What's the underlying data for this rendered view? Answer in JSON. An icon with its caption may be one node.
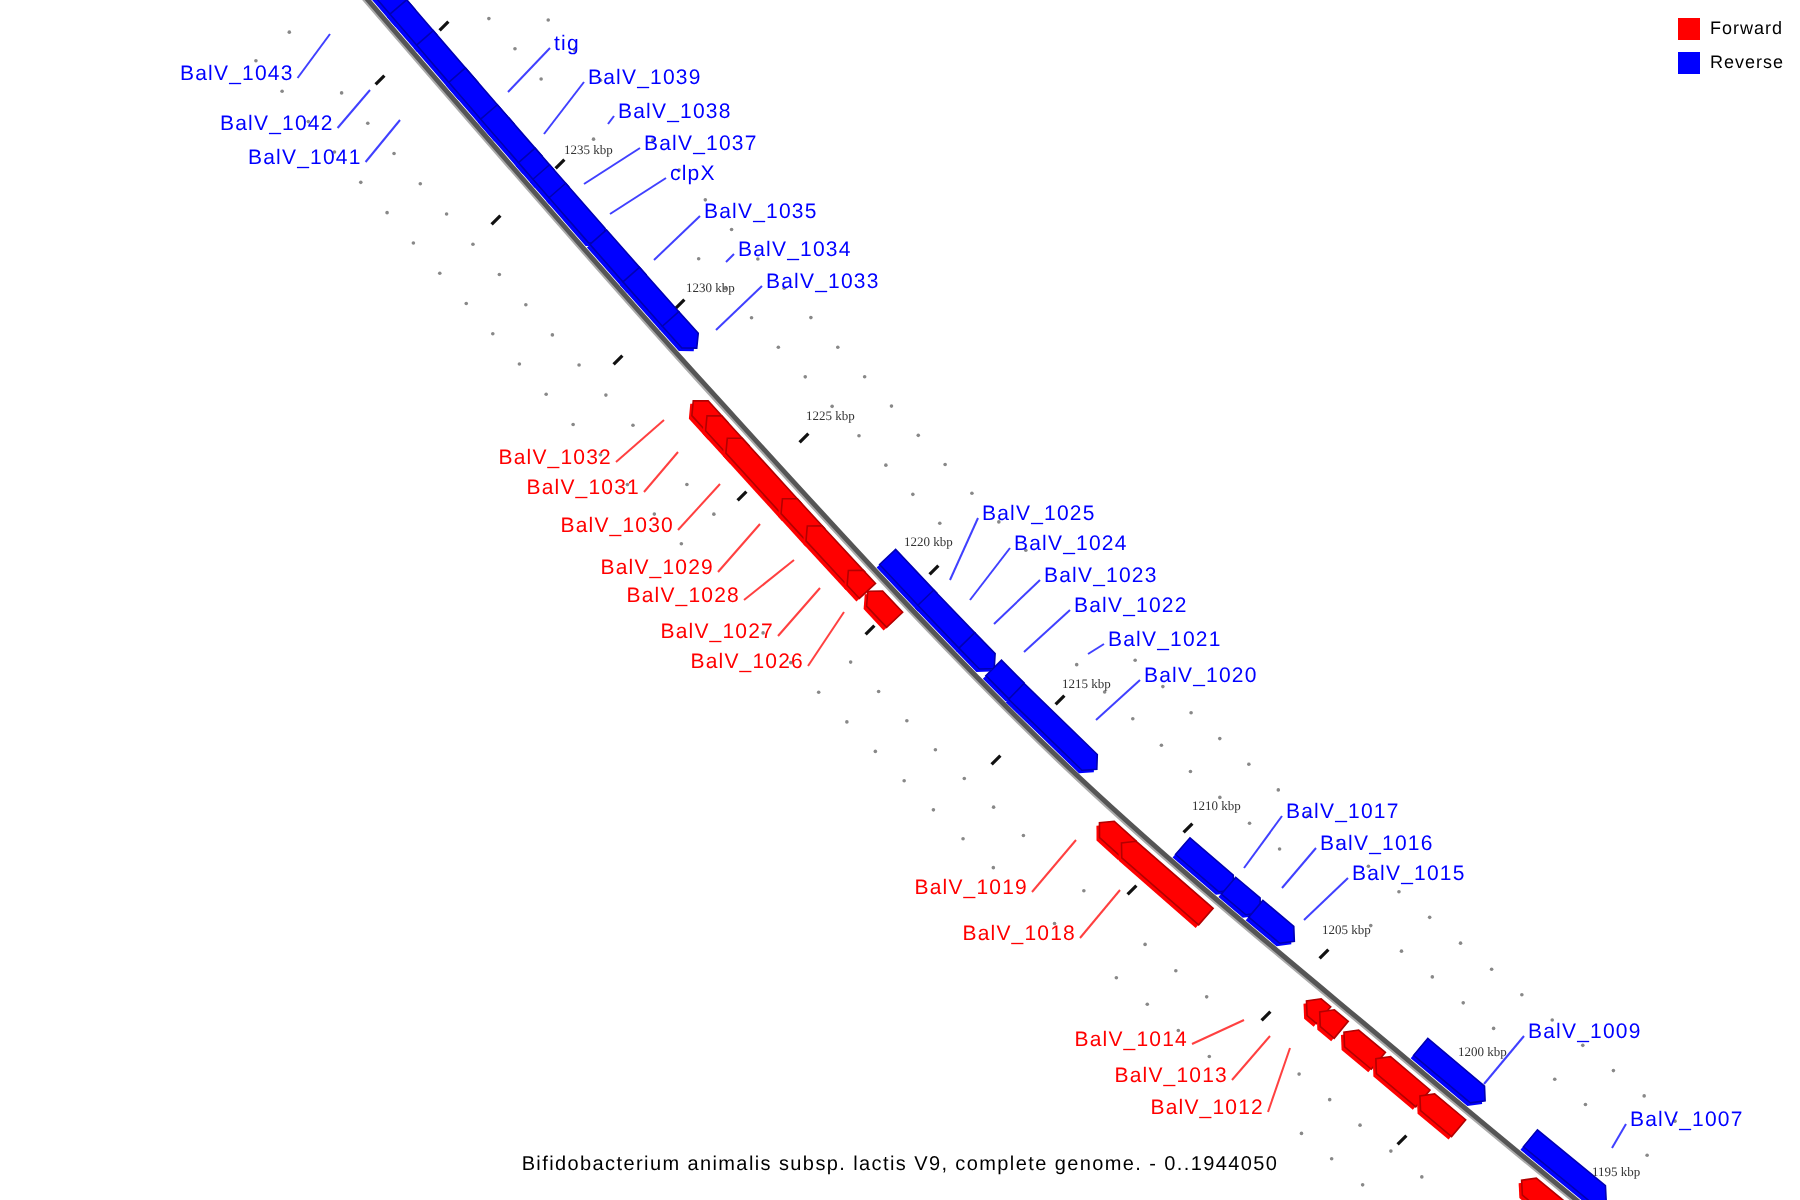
{
  "diagram": {
    "caption": "Bifidobacterium animalis subsp. lactis V9, complete genome. - 0..1944050",
    "nodes": [
      {
        "text": [
          "BalV_1043"
        ]
      },
      {
        "text": [
          "BalV_1042"
        ]
      },
      {
        "text": [
          "BalV_1041"
        ]
      },
      {
        "text": [
          "tig"
        ]
      },
      {
        "text": [
          "BalV_1039"
        ]
      },
      {
        "text": [
          "BalV_1038"
        ]
      },
      {
        "text": [
          "BalV_1037"
        ]
      },
      {
        "text": [
          "clpX"
        ]
      },
      {
        "text": [
          "BalV_1035"
        ]
      },
      {
        "text": [
          "BalV_1034"
        ]
      },
      {
        "text": [
          "BalV_1033"
        ]
      },
      {
        "text": [
          "BalV_1032"
        ]
      },
      {
        "text": [
          "BalV_1031"
        ]
      },
      {
        "text": [
          "BalV_1030"
        ]
      },
      {
        "text": [
          "BalV_1029"
        ]
      },
      {
        "text": [
          "BalV_1028"
        ]
      },
      {
        "text": [
          "BalV_1027"
        ]
      },
      {
        "text": [
          "BalV_1026"
        ]
      },
      {
        "text": [
          "BalV_1025"
        ]
      },
      {
        "text": [
          "BalV_1024"
        ]
      },
      {
        "text": [
          "BalV_1023"
        ]
      },
      {
        "text": [
          "BalV_1022"
        ]
      },
      {
        "text": [
          "BalV_1021"
        ]
      },
      {
        "text": [
          "BalV_1020"
        ]
      },
      {
        "text": [
          "BalV_1019"
        ]
      },
      {
        "text": [
          "BalV_1018"
        ]
      },
      {
        "text": [
          "BalV_1017"
        ]
      },
      {
        "text": [
          "BalV_1016"
        ]
      },
      {
        "text": [
          "BalV_1015"
        ]
      },
      {
        "text": [
          "BalV_1014"
        ]
      },
      {
        "text": [
          "BalV_1013"
        ]
      },
      {
        "text": [
          "BalV_1012"
        ]
      },
      {
        "text": [
          "BalV_1009"
        ]
      },
      {
        "text": [
          "BalV_1007"
        ]
      }
    ],
    "edges": [
      {
        "from": 0,
        "to": null,
        "arrow": "none"
      },
      {
        "from": 1,
        "to": null,
        "arrow": "none"
      },
      {
        "from": 2,
        "to": null,
        "arrow": "none"
      },
      {
        "from": 3,
        "to": null,
        "arrow": "none"
      },
      {
        "from": 4,
        "to": null,
        "arrow": "none"
      },
      {
        "from": 5,
        "to": null,
        "arrow": "none"
      },
      {
        "from": 6,
        "to": null,
        "arrow": "none"
      },
      {
        "from": 7,
        "to": null,
        "arrow": "none"
      },
      {
        "from": 8,
        "to": null,
        "arrow": "none"
      },
      {
        "from": 9,
        "to": null,
        "arrow": "none"
      },
      {
        "from": 10,
        "to": null,
        "arrow": "none"
      },
      {
        "from": 11,
        "to": null,
        "arrow": "none",
        "color": "#ff0000"
      },
      {
        "from": 12,
        "to": null,
        "arrow": "none",
        "color": "#ff0000"
      },
      {
        "from": 13,
        "to": null,
        "arrow": "none",
        "color": "#ff0000"
      },
      {
        "from": 14,
        "to": null,
        "arrow": "none",
        "color": "#ff0000"
      },
      {
        "from": 15,
        "to": null,
        "arrow": "none",
        "color": "#ff0000"
      },
      {
        "from": 16,
        "to": null,
        "arrow": "none",
        "color": "#ff0000"
      },
      {
        "from": 17,
        "to": null,
        "arrow": "none",
        "color": "#ff0000"
      },
      {
        "from": 18,
        "to": null,
        "arrow": "none"
      },
      {
        "from": 19,
        "to": null,
        "arrow": "none"
      },
      {
        "from": 20,
        "to": null,
        "arrow": "none"
      },
      {
        "from": 21,
        "to": null,
        "arrow": "none"
      },
      {
        "from": 22,
        "to": null,
        "arrow": "none"
      },
      {
        "from": 23,
        "to": null,
        "arrow": "none"
      },
      {
        "from": 24,
        "to": null,
        "arrow": "none",
        "color": "#ff0000"
      },
      {
        "from": 25,
        "to": null,
        "arrow": "none",
        "color": "#ff0000"
      },
      {
        "from": 26,
        "to": null,
        "arrow": "none"
      },
      {
        "from": 27,
        "to": null,
        "arrow": "none"
      },
      {
        "from": 28,
        "to": null,
        "arrow": "none"
      },
      {
        "from": 29,
        "to": null,
        "arrow": "none",
        "color": "#ff0000"
      },
      {
        "from": 30,
        "to": null,
        "arrow": "none",
        "color": "#ff0000"
      },
      {
        "from": 31,
        "to": null,
        "arrow": "none",
        "color": "#ff0000"
      },
      {
        "from": 32,
        "to": null,
        "arrow": "none"
      },
      {
        "from": 33,
        "to": null,
        "arrow": "none"
      }
    ],
    "labels": [
      "1235 kbp",
      "1230 kbp",
      "1225 kbp",
      "1220 kbp",
      "1215 kbp",
      "1210 kbp",
      "1205 kbp",
      "1200 kbp",
      "1195 kbp"
    ],
    "legend": [
      {
        "text": "Forward",
        "color": "#ff0000"
      },
      {
        "text": "Reverse",
        "color": "#0000ff"
      }
    ]
  }
}
